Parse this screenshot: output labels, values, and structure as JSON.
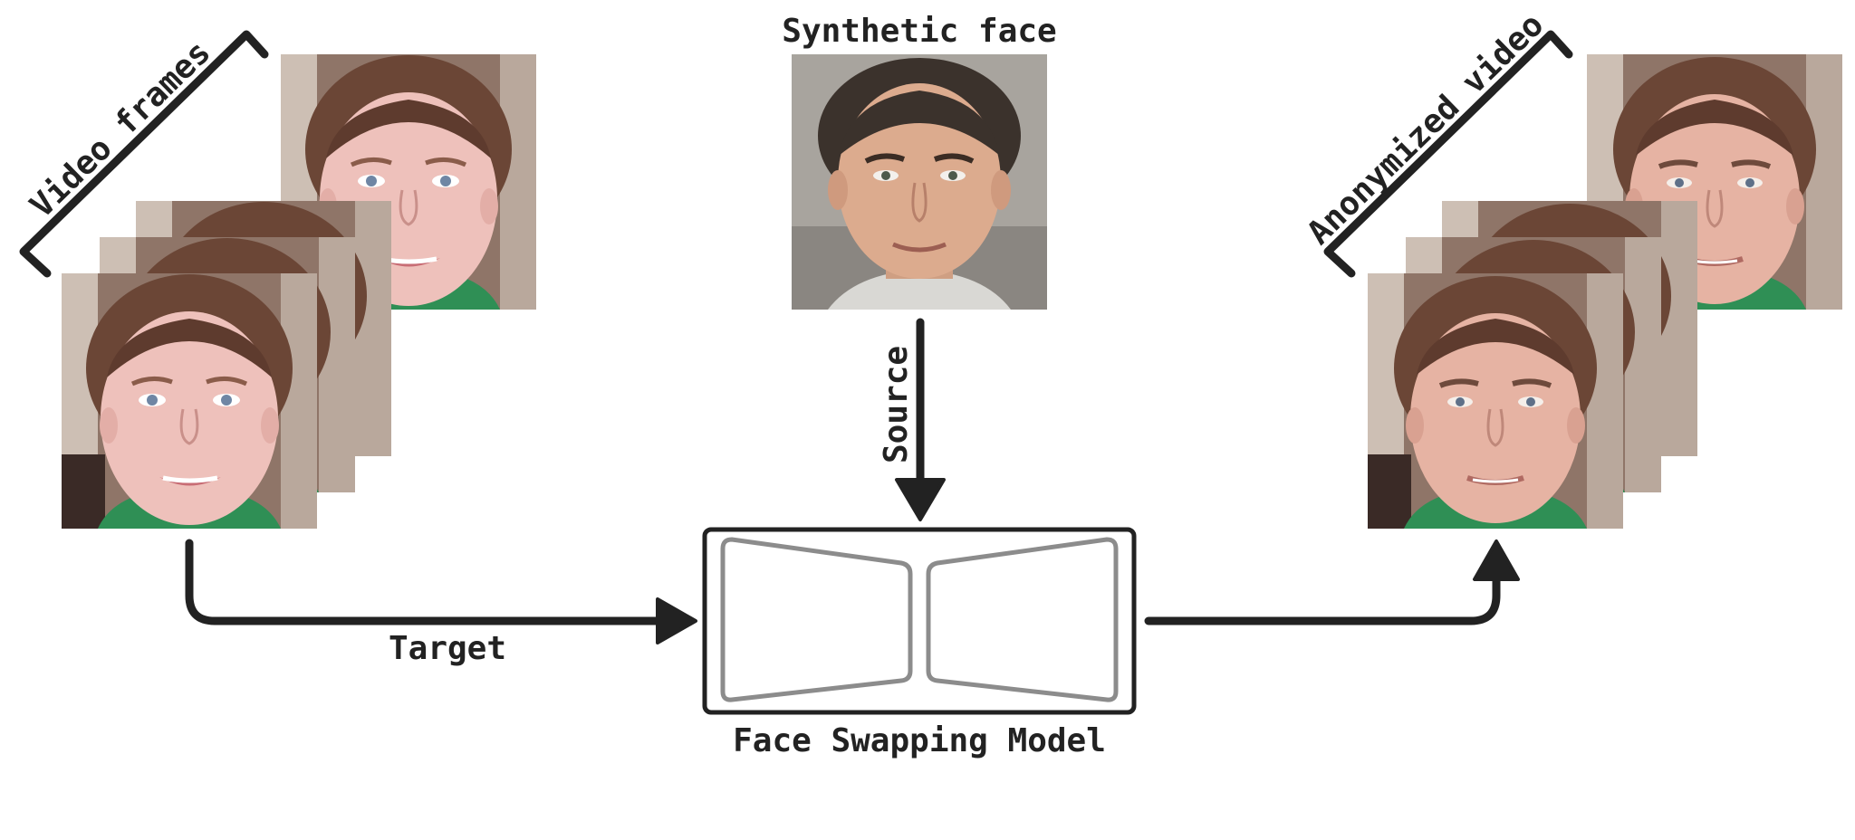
{
  "labels": {
    "video_frames": "Video frames",
    "synthetic_face": "Synthetic face",
    "anonymized_video": "Anonymized video",
    "source": "Source",
    "target": "Target",
    "model": "Face Swapping Model"
  },
  "colors": {
    "ink": "#222222",
    "model_inner": "#8c8c8c",
    "bg": "#ffffff"
  },
  "icons": {
    "target_face": "target-face-photo-icon",
    "synthetic_face": "synthetic-face-photo-icon",
    "anonymized_face": "anonymized-face-photo-icon",
    "arrow": "arrow-head-icon"
  }
}
